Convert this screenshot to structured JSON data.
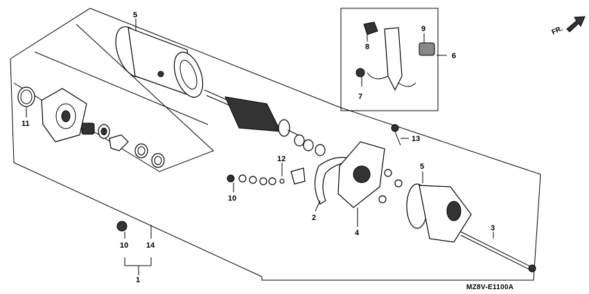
{
  "diagram": {
    "code": "MZ8V-E1100A",
    "direction": "FR.",
    "callouts": [
      {
        "id": "c5a",
        "text": "5"
      },
      {
        "id": "c8",
        "text": "8"
      },
      {
        "id": "c9",
        "text": "9"
      },
      {
        "id": "c6",
        "text": "6"
      },
      {
        "id": "c7",
        "text": "7"
      },
      {
        "id": "c11",
        "text": "11"
      },
      {
        "id": "c13",
        "text": "13"
      },
      {
        "id": "c12",
        "text": "12"
      },
      {
        "id": "c10a",
        "text": "10"
      },
      {
        "id": "c5b",
        "text": "5"
      },
      {
        "id": "c2",
        "text": "2"
      },
      {
        "id": "c4",
        "text": "4"
      },
      {
        "id": "c3",
        "text": "3"
      },
      {
        "id": "c10b",
        "text": "10"
      },
      {
        "id": "c14",
        "text": "14"
      },
      {
        "id": "c1",
        "text": "1"
      }
    ]
  }
}
